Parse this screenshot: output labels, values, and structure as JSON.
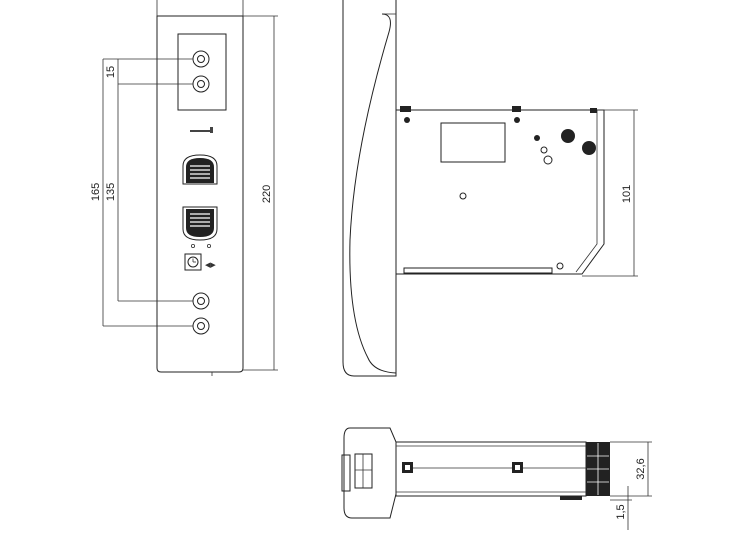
{
  "dimensions": {
    "front_screw_pitch_upper": "15",
    "front_screw_pitch_lower": "135",
    "front_screw_span": "165",
    "front_height": "220",
    "side_depth": "101",
    "bottom_width": "32,6",
    "bottom_offset": "1,5"
  },
  "icons": {
    "front_panel_screw": "screw-hole-icon",
    "speaker_grille": "speaker-grille-icon",
    "door_release": "door-release-icon",
    "label_strip": "label-strip-icon"
  }
}
